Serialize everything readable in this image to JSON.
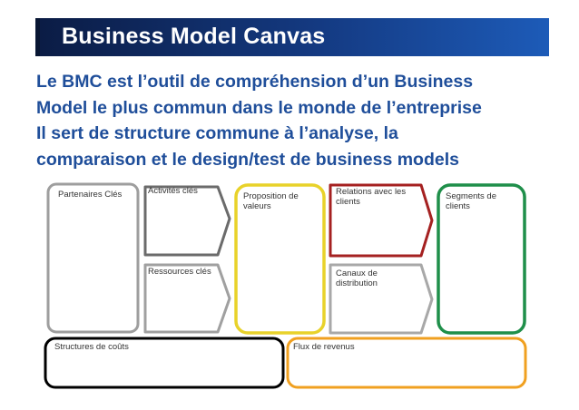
{
  "header": {
    "title": "Business Model Canvas"
  },
  "intro": {
    "lines": [
      "Le BMC est l’outil de compréhension d’un Business",
      "Model le plus commun dans le monde de l’entreprise",
      "Il sert de structure commune à l’analyse, la",
      "comparaison et le design/test de business models"
    ]
  },
  "canvas": {
    "blocks": {
      "partenaires": "Partenaires Clés",
      "activites": "Activités clés",
      "ressources": "Ressources clés",
      "proposition": [
        "Proposition de",
        "valeurs"
      ],
      "relations": [
        "Relations avec les",
        "clients"
      ],
      "canaux": [
        "Canaux de",
        "distribution"
      ],
      "segments": [
        "Segments de",
        "clients"
      ],
      "couts": "Structures de coûts",
      "revenus": "Flux de revenus"
    },
    "colors": {
      "partenaires": "#9e9e9e",
      "activites": "#6b6b6b",
      "ressources": "#a0a0a0",
      "proposition": "#e8d22a",
      "relations": "#a52121",
      "canaux": "#a8a8a8",
      "segments": "#1f8f4a",
      "couts": "#000000",
      "revenus": "#f0a020"
    }
  }
}
